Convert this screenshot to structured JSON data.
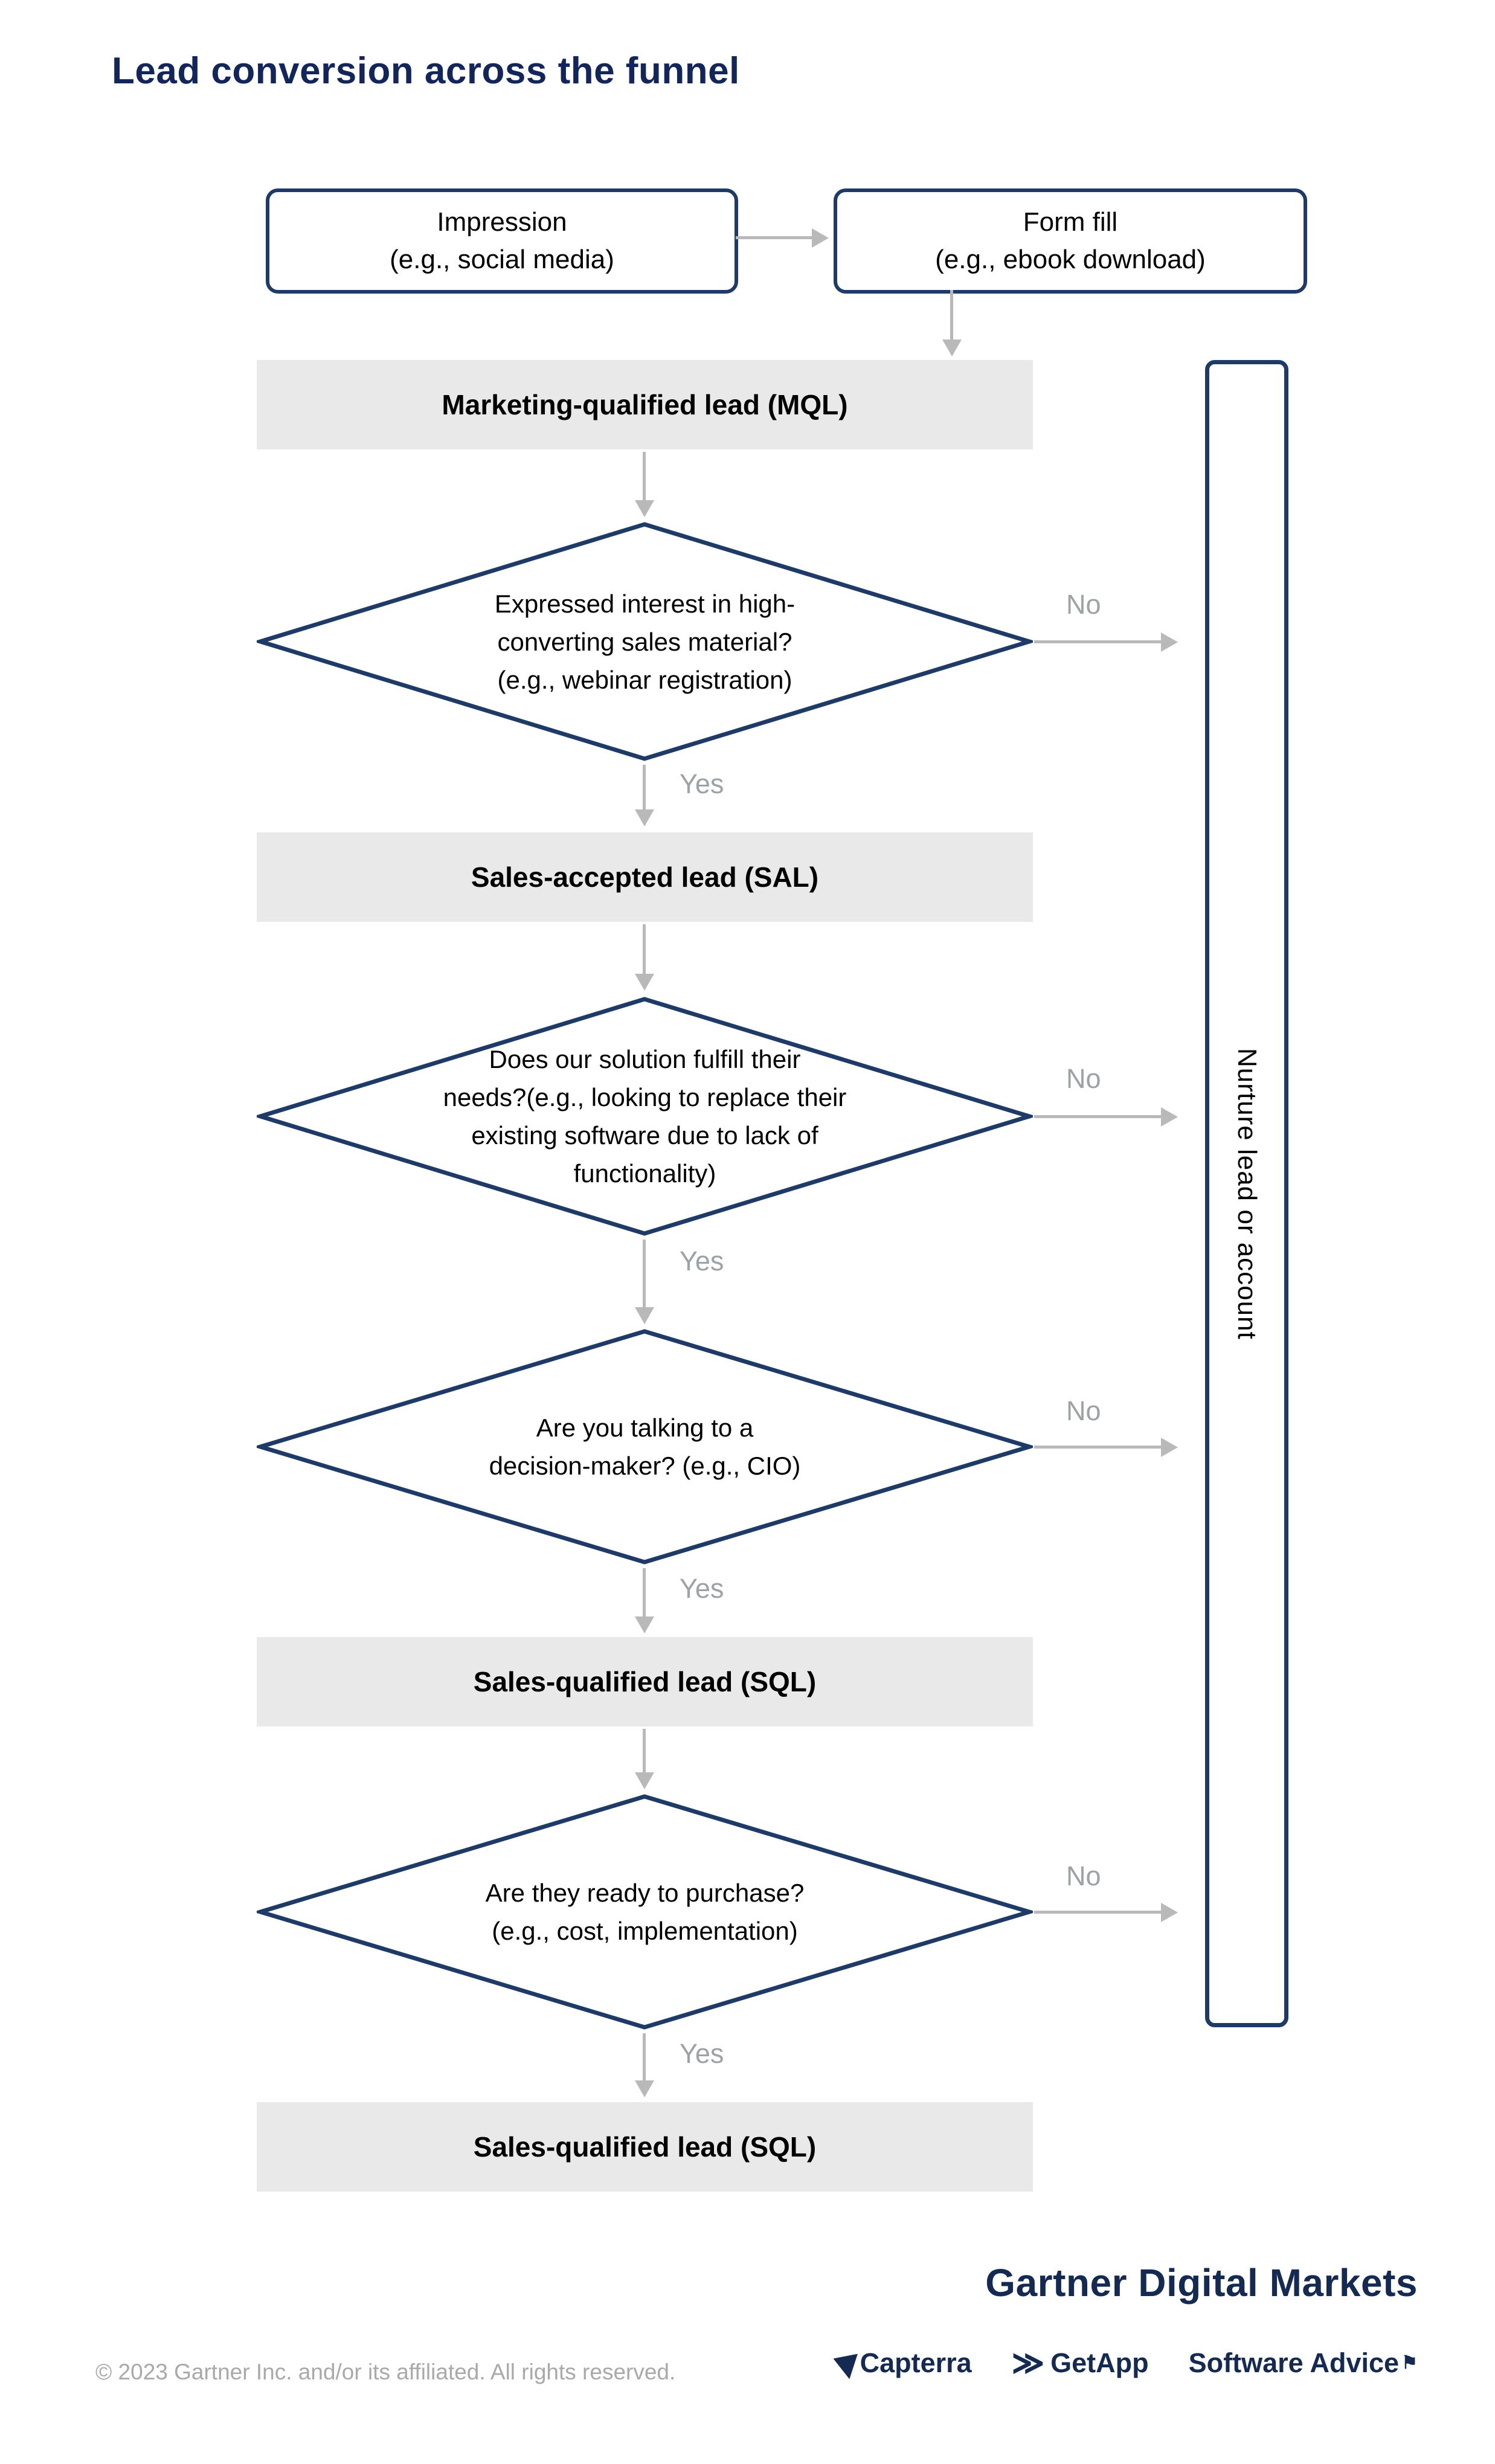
{
  "title": "Lead conversion across the funnel",
  "colors": {
    "navy_border": "#1e3a67",
    "title_navy": "#13265c",
    "brand_navy": "#152a52",
    "bar_fill": "#e9e9e9",
    "arrow_gray": "#b9b9b9",
    "label_gray": "#9da2a6"
  },
  "flow": {
    "impression": {
      "text": "Impression\n(e.g., social media)"
    },
    "form_fill": {
      "text": "Form fill\n(e.g., ebook download)"
    },
    "mql": {
      "label": "Marketing-qualified lead (MQL)"
    },
    "decision1": {
      "text": "Expressed interest in high-\nconverting sales material?\n(e.g., webinar registration)"
    },
    "sal": {
      "label": "Sales-accepted lead (SAL)"
    },
    "decision2": {
      "text": "Does our solution fulfill their\nneeds?(e.g., looking to replace their\nexisting software due to lack of\nfunctionality)"
    },
    "decision3": {
      "text": "Are you talking to a\ndecision-maker? (e.g., CIO)"
    },
    "sql": {
      "label": "Sales-qualified lead (SQL)"
    },
    "decision4": {
      "text": "Are they ready to purchase?\n(e.g., cost, implementation)"
    },
    "sql_final": {
      "label": "Sales-qualified lead (SQL)"
    },
    "nurture": {
      "label": "Nurture lead or account"
    },
    "labels": {
      "yes": "Yes",
      "no": "No"
    }
  },
  "footer": {
    "copyright": "© 2023 Gartner Inc. and/or its affiliated. All rights reserved.",
    "brand": "Gartner Digital Markets",
    "logos": {
      "capterra": "Capterra",
      "getapp": "GetApp",
      "software_advice": "Software Advice"
    },
    "getapp_chevrons": "≫",
    "software_advice_flag": "⚑"
  }
}
